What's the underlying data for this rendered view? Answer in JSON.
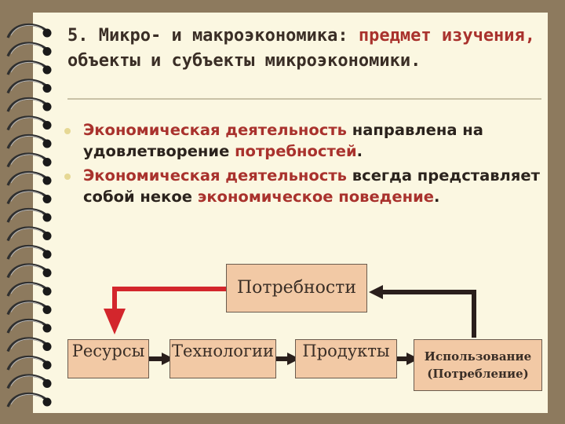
{
  "slide": {
    "title_main": "5. Микро- и макроэкономика: ",
    "title_accent_1": "предмет изучения,",
    "title_rest": " объекты и субъекты микроэкономики."
  },
  "bullets": [
    {
      "segments": [
        {
          "text": "Экономическая деятельность",
          "accent": true
        },
        {
          "text": " направлена на удовлетворение ",
          "accent": false
        },
        {
          "text": "потребностей",
          "accent": true
        },
        {
          "text": ".",
          "accent": false
        }
      ]
    },
    {
      "segments": [
        {
          "text": "Экономическая деятельность",
          "accent": true
        },
        {
          "text": " всегда представляет собой некое ",
          "accent": false
        },
        {
          "text": "экономическое поведение",
          "accent": true
        },
        {
          "text": ".",
          "accent": false
        }
      ]
    }
  ],
  "diagram": {
    "needs": "Потребности",
    "resources": "Ресурсы",
    "technologies": "Технологии",
    "products": "Продукты",
    "usage_line1": "Использование",
    "usage_line2": "(Потребление)"
  },
  "colors": {
    "accent": "#a9322d",
    "node_fill": "#f2c9a5",
    "arrow_dark": "#2a1f1c",
    "arrow_red": "#d3262c",
    "bullet_dot": "#e6d894"
  }
}
